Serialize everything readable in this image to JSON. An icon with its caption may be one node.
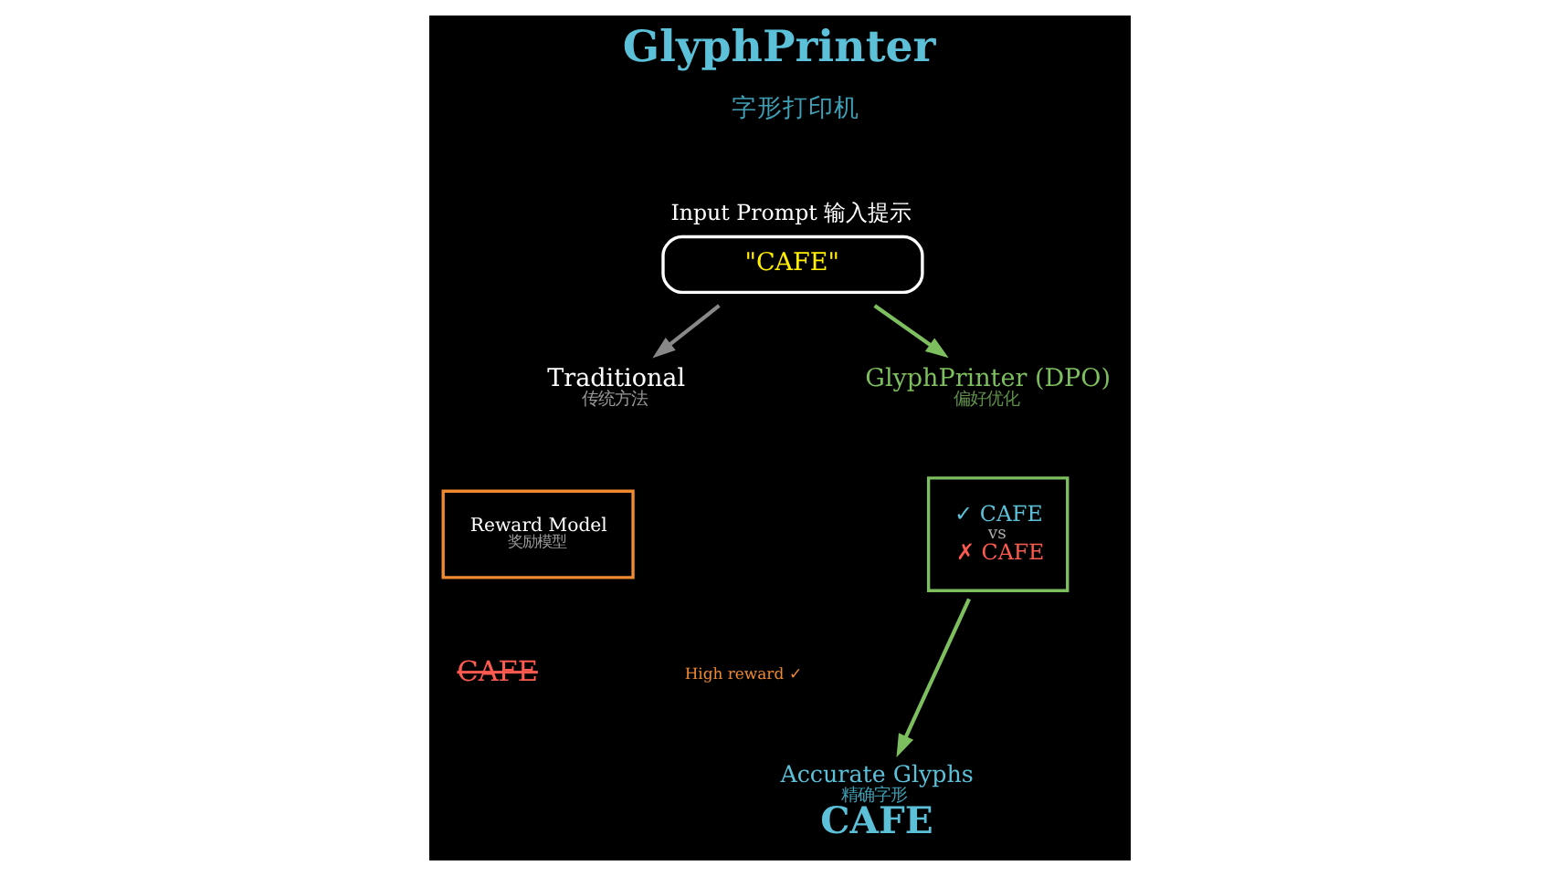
{
  "diagram": {
    "title": "GlyphPrinter",
    "nodes": [
      {
        "text": [
          "Input Prompt 输入提示",
          "\"CAFE\""
        ]
      },
      {
        "text": [
          "Traditional",
          "传统方法"
        ]
      },
      {
        "text": [
          "GlyphPrinter (DPO)",
          "偏好优化"
        ]
      },
      {
        "text": [
          "Reward Model",
          "奖励模型"
        ]
      },
      {
        "text": [
          "✓ CAFE",
          "vs",
          "✗ CAFE"
        ]
      },
      {
        "text": [
          "Accurate Glyphs",
          "精确字形",
          "CAFE"
        ]
      }
    ],
    "edges": [
      {
        "from": 0,
        "to": 1,
        "arrow": "to",
        "color": "#888888"
      },
      {
        "from": 0,
        "to": 2,
        "arrow": "to",
        "color": "#7dbf5e"
      },
      {
        "from": 4,
        "to": 5,
        "arrow": "to",
        "color": "#7dbf5e"
      }
    ],
    "labels": [
      "字形打印机",
      "CAFE",
      "High reward ✓"
    ]
  }
}
